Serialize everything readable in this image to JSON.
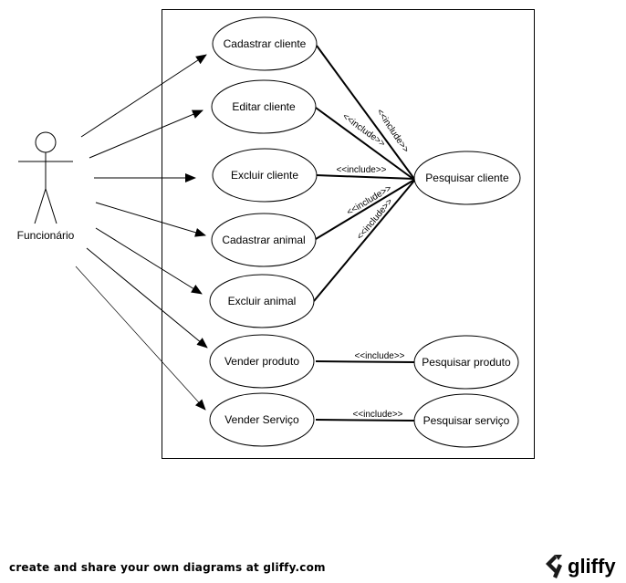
{
  "actor": {
    "name": "Funcionário"
  },
  "use_cases": {
    "cadastrar_cliente": "Cadastrar cliente",
    "editar_cliente": "Editar cliente",
    "excluir_cliente": "Excluir cliente",
    "cadastrar_animal": "Cadastrar animal",
    "excluir_animal": "Excluir animal",
    "vender_produto": "Vender produto",
    "vender_servico": "Vender Serviço",
    "pesquisar_cliente": "Pesquisar cliente",
    "pesquisar_produto": "Pesquisar produto",
    "pesquisar_servico": "Pesquisar serviço"
  },
  "relationships": {
    "include_label": "<<include>>"
  },
  "footer": {
    "text": "create and share your own diagrams at gliffy.com",
    "logo_text": "gliffy"
  },
  "colors": {
    "stroke": "#000000",
    "background": "#ffffff",
    "logo": "#1a1a1a"
  }
}
